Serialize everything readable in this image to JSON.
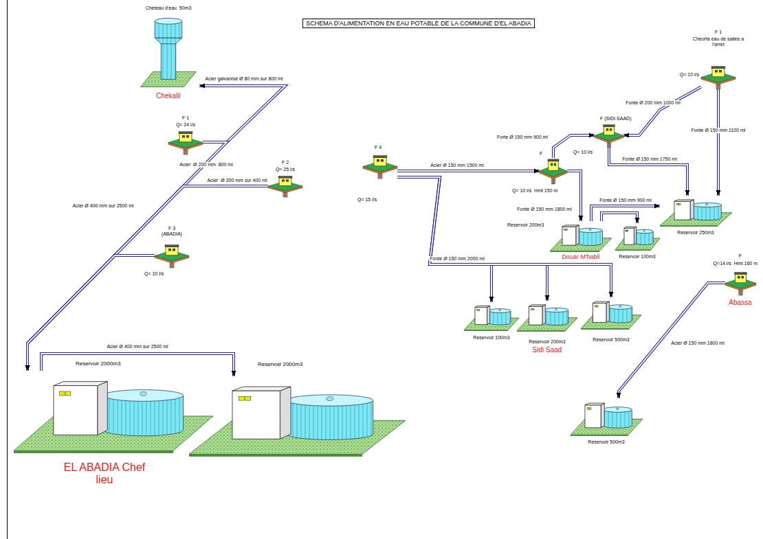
{
  "diagram": {
    "title": "SCHEMA D'ALIMENTATION EN EAU POTABLE DE LA COMMUNE D'EL ABADIA",
    "nodes": [
      {
        "text": [
          "Cheteau d'eau  50m3",
          "Chekalil"
        ]
      },
      {
        "text": [
          "F 1",
          "Q= 24 l/s"
        ]
      },
      {
        "text": [
          "F 2",
          "Q= 25 l/s"
        ]
      },
      {
        "text": [
          "F 3 (ABADIA)",
          "Q= 10 l/s"
        ]
      },
      {
        "text": [
          "Reservoir 2000m3"
        ]
      },
      {
        "text": [
          "Reservoir 2000m3"
        ]
      },
      {
        "text": [
          "F 4",
          "Q= 15 l/s"
        ]
      },
      {
        "text": [
          "F",
          "Q= 10 l/s  Hmt 150 m"
        ]
      },
      {
        "text": [
          "F (SIDI SAAD)",
          "Q= 10 l/s"
        ]
      },
      {
        "text": [
          "F 1",
          "Cheurfa eau de sallée a l'arret",
          "Q= 10 l/s"
        ]
      },
      {
        "text": [
          "Reservoir 200m3",
          "Douar M'habil"
        ]
      },
      {
        "text": [
          "Reservoir 100m3"
        ]
      },
      {
        "text": [
          "Reservoir 250m3"
        ]
      },
      {
        "text": [
          "Reservoir 100m3"
        ]
      },
      {
        "text": [
          "Reservoir 200m3"
        ]
      },
      {
        "text": [
          "Reservoir 500m3"
        ]
      },
      {
        "text": [
          "F",
          "Q=14 l/s  Hmt 160 m",
          "Abassa"
        ]
      },
      {
        "text": [
          "Reservoir 500m3"
        ]
      }
    ],
    "edges": [
      {
        "from": 1,
        "to": 0,
        "arrow": "to",
        "label": "Acier galvanisé Ø 80 mm sur 800 ml"
      },
      {
        "from": 1,
        "to": 4,
        "arrow": "to",
        "label": "Acier  Ø 200 mm  800 ml"
      },
      {
        "from": 2,
        "to": 4,
        "arrow": "to",
        "label": "Acier  Ø 200 mm sur 400 ml"
      },
      {
        "from": 3,
        "to": 4,
        "arrow": "to",
        "label": "Acier Ø 400 mm sur 2500 ml"
      },
      {
        "from": 4,
        "to": 5,
        "arrow": "to",
        "label": "Acier Ø 400 mm sur 2500 ml"
      },
      {
        "from": 6,
        "to": 7,
        "arrow": "to",
        "label": "Acier Ø 150 mm 1500 ml"
      },
      {
        "from": 7,
        "to": 8,
        "arrow": "to",
        "label": "Forte Ø 150 mm 900 ml"
      },
      {
        "from": 9,
        "to": 8,
        "arrow": "to",
        "label": "Fonte Ø 200 mm 1000 ml"
      },
      {
        "from": 8,
        "to": 12,
        "arrow": "to",
        "label": "Fonte Ø 150 mm 1750 ml"
      },
      {
        "from": 7,
        "to": 10,
        "arrow": "to",
        "label": "Fonte Ø 150 mm 1800 ml"
      },
      {
        "from": 10,
        "to": 12,
        "arrow": "to",
        "label": "Fonte Ø 150 mm 900 ml"
      },
      {
        "from": 10,
        "to": 11,
        "arrow": "to"
      },
      {
        "from": 6,
        "to": 13,
        "arrow": "to",
        "label": "Fonte Ø 150 mm 2000 ml"
      },
      {
        "from": 6,
        "to": 14,
        "arrow": "to"
      },
      {
        "from": 6,
        "to": 15,
        "arrow": "to"
      },
      {
        "from": 16,
        "to": 17,
        "arrow": "to",
        "label": "Acier Ø 150 mm 1800 ml"
      },
      {
        "from": 9,
        "to": 12,
        "arrow": "to",
        "label": "Fonte Ø 150 mm 1100 ml"
      }
    ],
    "labels": [
      "EL ABADIA Chef lieu",
      "Sidi Saad"
    ]
  }
}
